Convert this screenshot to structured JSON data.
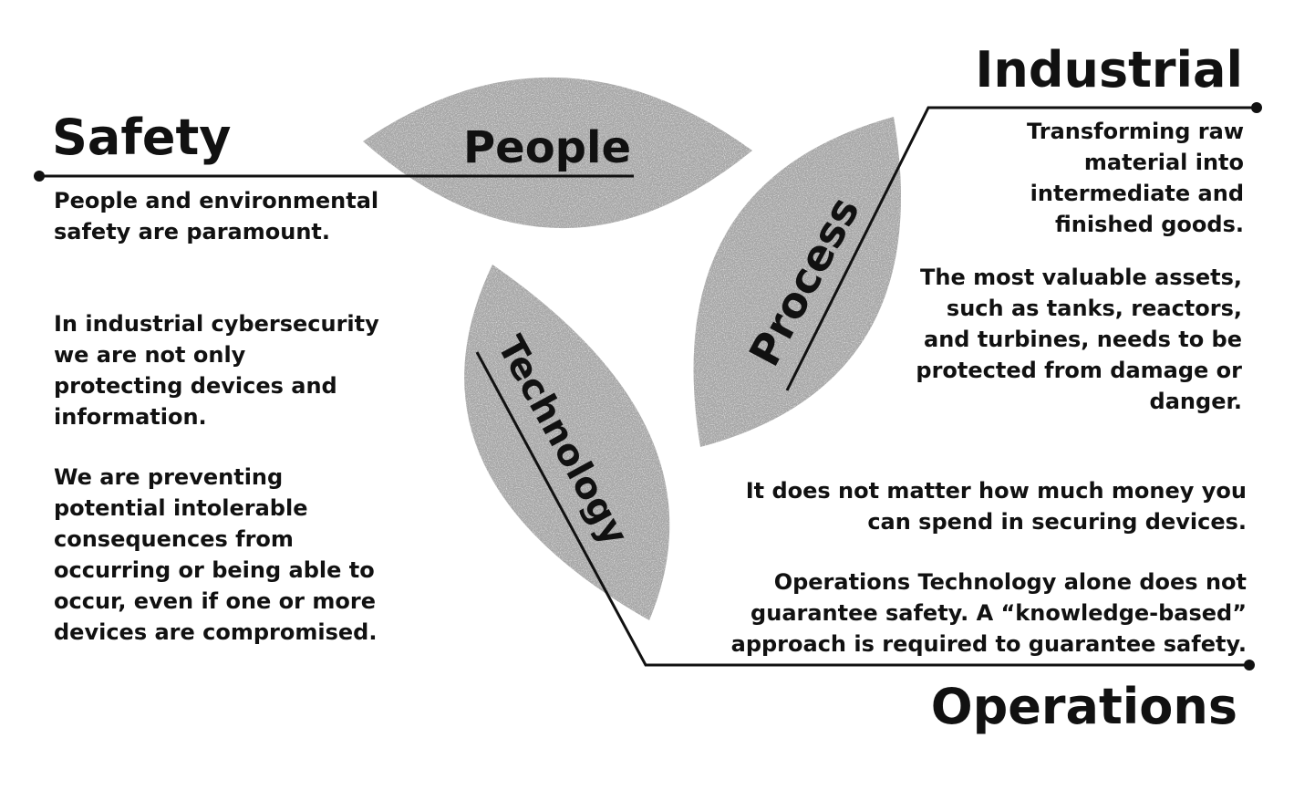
{
  "leaves": {
    "people": "People",
    "process": "Process",
    "technology": "Technology"
  },
  "safety": {
    "title": "Safety",
    "paragraphs": [
      "People and environmental safety are paramount.",
      "In industrial cybersecurity we are not only protecting devices and information.",
      "We are preventing potential intolerable consequences from occurring or being able to occur, even if one or more devices are compromised."
    ]
  },
  "industrial": {
    "title": "Industrial",
    "paragraphs": [
      "Transforming raw material into intermediate and finished goods.",
      "The most valuable assets, such as tanks, reactors, and turbines, needs to be protected from damage or danger."
    ]
  },
  "operations": {
    "title": "Operations",
    "paragraphs": [
      "It does not matter how much money you can spend in securing devices.",
      "Operations Technology alone does not guarantee safety. A “knowledge-based” approach is required to guarantee safety."
    ]
  },
  "colors": {
    "leaf": "#a6a6a6",
    "line": "#111111",
    "text": "#111111"
  }
}
